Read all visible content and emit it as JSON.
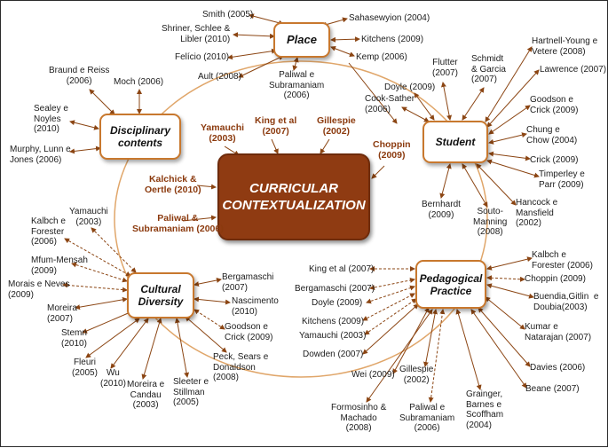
{
  "center": {
    "title": "CURRICULAR\nCONTEXTUALIZATION"
  },
  "nodes": {
    "place": "Place",
    "disciplinary": "Disciplinary\ncontents",
    "student": "Student",
    "cultural": "Cultural\nDiversity",
    "pedagogical": "Pedagogical\nPractice"
  },
  "center_refs": {
    "yamauchi": "Yamauchi\n(2003)",
    "king": "King et al\n(2007)",
    "gillespie": "Gillespie\n(2002)",
    "choppin": "Choppin\n(2009)",
    "kalchick": "Kalchick &\nOertle (2010)",
    "paliwal": "Paliwal &\nSubramaniam (2006)"
  },
  "place_refs": {
    "smith": "Smith (2005)",
    "shriner": "Shriner, Schlee &\nLibler (2010)",
    "felicio": "Felício (2010)",
    "ault": "Ault (2008)",
    "paliwal": "Paliwal e\nSubramaniam\n(2006)",
    "kemp": "Kemp (2006)",
    "kitchens": "Kitchens (2009)",
    "sahasewyion": "Sahasewyion (2004)"
  },
  "disciplinary_refs": {
    "braund": "Braund e Reiss\n(2006)",
    "moch": "Moch (2006)",
    "sealey": "Sealey e\nNoyles\n(2010)",
    "murphy": "Murphy, Lunn e\nJones (2006)"
  },
  "student_refs": {
    "flutter": "Flutter\n(2007)",
    "schmidt": "Schmidt\n& Garcia\n(2007)",
    "hartnell": "Hartnell-Young e\nVetere (2008)",
    "lawrence": "Lawrence (2007)",
    "doyle": "Doyle (2009)",
    "cooksather": "Cook-Sather\n(2006)",
    "goodson": "Goodson e\nCrick (2009)",
    "chung": "Chung e\nChow (2004)",
    "crick": "Crick (2009)",
    "timperley": "Timperley e\nParr (2009)",
    "hancock": "Hancock e\nMansfield\n(2002)",
    "souto": "Souto-\nManning\n(2008)",
    "bernhardt": "Bernhardt\n(2009)"
  },
  "cultural_refs": {
    "yamauchi": "Yamauchi\n(2003)",
    "kalbch": "Kalbch e\nForester\n(2006)",
    "mfum": "Mfum-Mensah\n(2009)",
    "morais": "Morais e Neves\n(2009)",
    "moreira2007": "Moreira\n(2007)",
    "stemn": "Stemn\n(2010)",
    "fleuri": "Fleuri\n(2005)",
    "wu": "Wu\n(2010)",
    "moreiracandau": "Moreira e\nCandau\n(2003)",
    "sleeter": "Sleeter e\nStillman\n(2005)",
    "peck": "Peck, Sears e\nDonaldson\n(2008)",
    "goodson": "Goodson e\nCrick (2009)",
    "nascimento": "Nascimento\n(2010)",
    "bergamaschi": "Bergamaschi\n(2007)"
  },
  "pedagogical_refs": {
    "king": "King et al (2007)",
    "bergamaschi": "Bergamaschi (2007)",
    "doyle": "Doyle (2009)",
    "kitchens": "Kitchens (2009)",
    "yamauchi": "Yamauchi (2003)",
    "dowden": "Dowden (2007)",
    "wei": "Wei (2009)",
    "gillespie": "Gillespie\n(2002)",
    "formosinho": "Formosinho &\nMachado\n(2008)",
    "paliwal": "Paliwal e\nSubramaniam\n(2006)",
    "grainger": "Grainger,\nBarnes e\nScoffham\n(2004)",
    "beane": "Beane (2007)",
    "davies": "Davies (2006)",
    "kumar": "Kumar e\nNatarajan (2007)",
    "buendia": "Buendia,Gitlin  e\nDoubia(2003)",
    "choppin": "Choppin (2009)",
    "kalbch": "Kalbch e\nForester (2006)"
  },
  "colors": {
    "core": "#8f3b12",
    "node_border": "#c8782e",
    "arrow": "#8b4513",
    "ring": "#e0a66a"
  }
}
